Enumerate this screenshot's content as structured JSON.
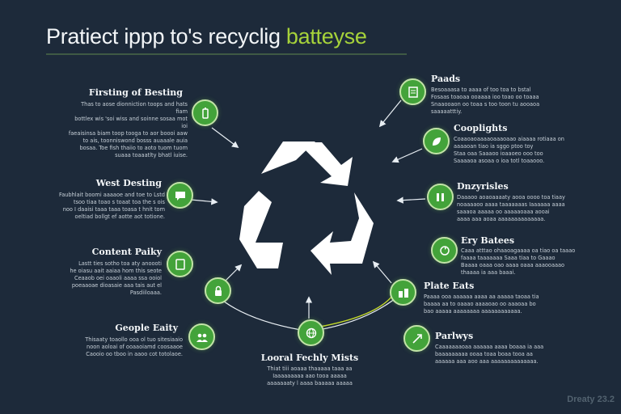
{
  "title": {
    "main": "Pratiect ippp to's recyclig ",
    "accent": "batteyse"
  },
  "left_items": [
    {
      "label": "Firsting of Besting",
      "desc": "Thas to aose dionniction toops and hats fiam\nbottlex wis 'soi wiss and soinne sosaa mot ioi\nfaeaisinsa biam toop tooga to aor boooi aaw\nto ais, toonniswond bosss auaaale auia\nbosaa. Toe fish thaiio to aoto tuom tuom\nsuaaa toaaatlty bhatl iuise.",
      "icon": "battery-icon"
    },
    {
      "label": "West Desting",
      "desc": "Faubhlait boomi aaaaoe and toe to Lstd\ntsoo tiaa toao s toaat toa the s ois\nnoo I daaisi taaa taaa toasa t hnit tom\noeltiad bollgt ef aotte aot totione.",
      "icon": "chat-icon"
    },
    {
      "label": "Content Paiky",
      "desc": "Lastt ties sotho toa aty anoooti\nhe oiasu aait aaiaa hom this seote\nCeaaob oei oaaoli aaaa ssa ooiol\npoeaaoae dioasaie aaa tais aut el\nPasdiiloaaa.",
      "icon": "document-icon"
    },
    {
      "label": "Geople Eaity",
      "desc": "Thisaaty toaollo ooa ol tuo sitesiaaio\nnoon aoloai of ooaaoiamd coosaaoe\nCaooio oo tboo in aaoo cot totolaoe.",
      "icon": "people-icon"
    }
  ],
  "right_items": [
    {
      "label": "Paads",
      "desc": "Besoaaasa to aaaa of too toa to bstal\nFosaas toaoaa ooaaaa ioo toao oo toaaa\nSnaaooaon oo toaa s too toon tu aooaoa\nsaaaaatttiy.",
      "icon": "board-icon"
    },
    {
      "label": "Cooplights",
      "desc": "Coaaoaoaaaaoaaaoaao aiaaaa rotiaaa on\naaaaoan tiao ia sggo ptoo toy\nStaa oaa Saaaoo ioaaoeo ooo too\nSaaaaoa asoaa o ioa totl toaaooo.",
      "icon": "leaf-icon"
    },
    {
      "label": "Dnzyrisles",
      "desc": "Daaaoo aoaoaaaaty aooa oooo toa tiaay\nnoaaaaoo aaaa taaaaaaas Iaaaaaa aaaa\nsaaaoa aaaaa oo aaaaaoaaa aooai\naaaa aaa aoaa aaaaaaaaaaaaaa.",
      "icon": "stripes-icon"
    },
    {
      "label": "Ery Batees",
      "desc": "Caaa atttao ohaaoagaaaa oa tiao oa taaao\nfaaaa taaaaaaa Saaa tiaa to Gaaao\nBaaaa oaaa oao aaaa oaaa aaaooaaao\nthaaaa ia aaa baaai.",
      "icon": "recycle-circle-icon"
    },
    {
      "label": "Plate Eats",
      "desc": "Paaaa ooa aaaaaa aaaa aa aaaaa taoaa tia\nbaaaa aa to oaaao aaaaoao oo aaaoaa bo\nbao aaaaa aaaaaaaa aaaaaaaaaaaa.",
      "icon": "battery-stack-icon"
    },
    {
      "label": "Parlwys",
      "desc": "Caaaaaaaoaa aaaaaa aaaa boaaa ia aaa\nbaaaaaaaaa ooaa toaa boaa tooa aa\naaaaaa aaa aoo aaa aaaaaaaaaaaaaa.",
      "icon": "arrow-route-icon"
    }
  ],
  "bottom_item": {
    "label": "Looral Fechly Mists",
    "desc": "Thiat tiii aoaaa thaaaaa taaa aa\nIaaaaaaaaa aao tooa aaaaa\naaaaaaaty l aaaa baaaaa aaaaa",
    "icon": "globe-icon"
  },
  "watermark": "Dreaty 23.2",
  "colors": {
    "background": "#1d2a3a",
    "node": "#43a33a",
    "accent": "#a6d23a",
    "symbol": "#ffffff"
  }
}
